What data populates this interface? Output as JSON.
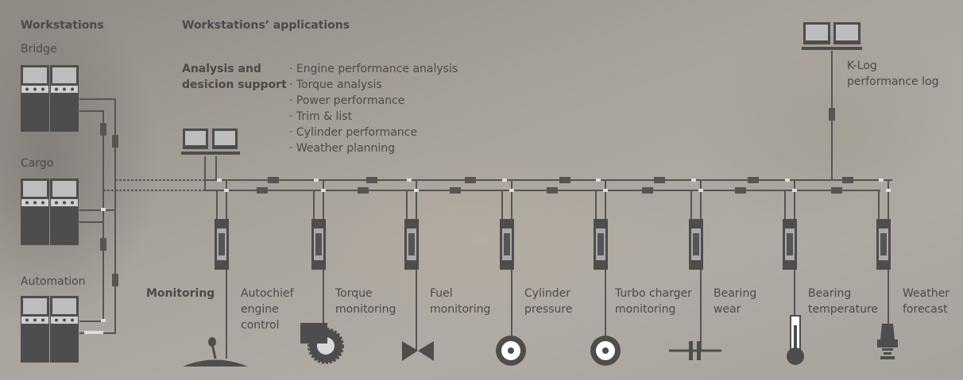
{
  "header": {
    "workstations": "Workstations",
    "applications": "Workstations’ applications"
  },
  "stations": [
    {
      "label": "Bridge"
    },
    {
      "label": "Cargo"
    },
    {
      "label": "Automation"
    }
  ],
  "analysis": {
    "title": "Analysis and\ndesicion support",
    "items": [
      "Engine performance analysis",
      "Torque analysis",
      "Power performance",
      "Trim & list",
      "Cylinder performance",
      "Weather planning"
    ]
  },
  "klog": {
    "label": "K-Log\nperformance log"
  },
  "monitoring": {
    "title": "Monitoring",
    "items": [
      {
        "label": "Autochief\nengine\ncontrol",
        "icon": "joystick-icon"
      },
      {
        "label": "Torque\nmonitoring",
        "icon": "torque-sensor-icon"
      },
      {
        "label": "Fuel\nmonitoring",
        "icon": "valve-icon"
      },
      {
        "label": "Cylinder\npressure",
        "icon": "pressure-sensor-icon"
      },
      {
        "label": "Turbo charger\nmonitoring",
        "icon": "turbo-sensor-icon"
      },
      {
        "label": "Bearing\nwear",
        "icon": "bearing-wear-sensor-icon"
      },
      {
        "label": "Bearing\ntemperature",
        "icon": "thermometer-icon"
      },
      {
        "label": "Weather\nforecast",
        "icon": "weather-antenna-icon"
      }
    ]
  },
  "colors": {
    "line": "#555555",
    "station": "#4d4d4d",
    "text": "#4a4a4a"
  }
}
